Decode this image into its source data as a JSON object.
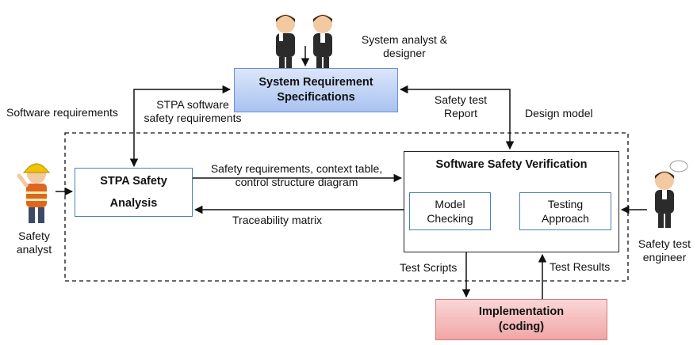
{
  "boxes": {
    "srs": {
      "line1": "System Requirement",
      "line2": "Specifications"
    },
    "stpa": {
      "line1": "STPA Safety",
      "line2": "Analysis"
    },
    "ssv": {
      "title": "Software Safety Verification"
    },
    "model_checking": {
      "line1": "Model",
      "line2": "Checking"
    },
    "testing_approach": {
      "line1": "Testing",
      "line2": "Approach"
    },
    "implementation": {
      "line1": "Implementation",
      "line2": "(coding)"
    }
  },
  "actors": {
    "system_analyst": {
      "line1": "System analyst &",
      "line2": "designer"
    },
    "safety_analyst": {
      "line1": "Safety",
      "line2": "analyst"
    },
    "safety_test_engineer": {
      "line1": "Safety test",
      "line2": "engineer"
    }
  },
  "edges": {
    "software_requirements": "Software requirements",
    "stpa_reqs": {
      "line1": "STPA software",
      "line2": "safety requirements"
    },
    "safety_test_report": {
      "line1": "Safety test",
      "line2": "Report"
    },
    "design_model": "Design model",
    "safety_reqs": {
      "line1": "Safety requirements, context table,",
      "line2": "control structure diagram"
    },
    "traceability": "Traceability matrix",
    "test_scripts": "Test Scripts",
    "test_results": "Test Results"
  },
  "colors": {
    "srs_fill": "#a9c2f0",
    "implementation_fill": "#f1a6a6",
    "box_border": "#4d7fb5"
  }
}
